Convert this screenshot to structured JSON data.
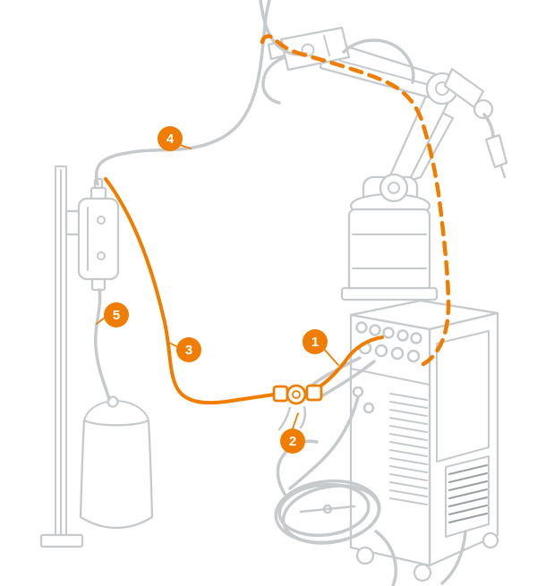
{
  "colors": {
    "accent": "#f07d00",
    "line": "#c6cacd",
    "line_dark": "#9aa0a4",
    "badge_text": "#ffffff",
    "background": "#ffffff"
  },
  "diagram": {
    "callouts": [
      {
        "number": "1"
      },
      {
        "number": "2"
      },
      {
        "number": "3"
      },
      {
        "number": "4"
      },
      {
        "number": "5"
      }
    ]
  }
}
